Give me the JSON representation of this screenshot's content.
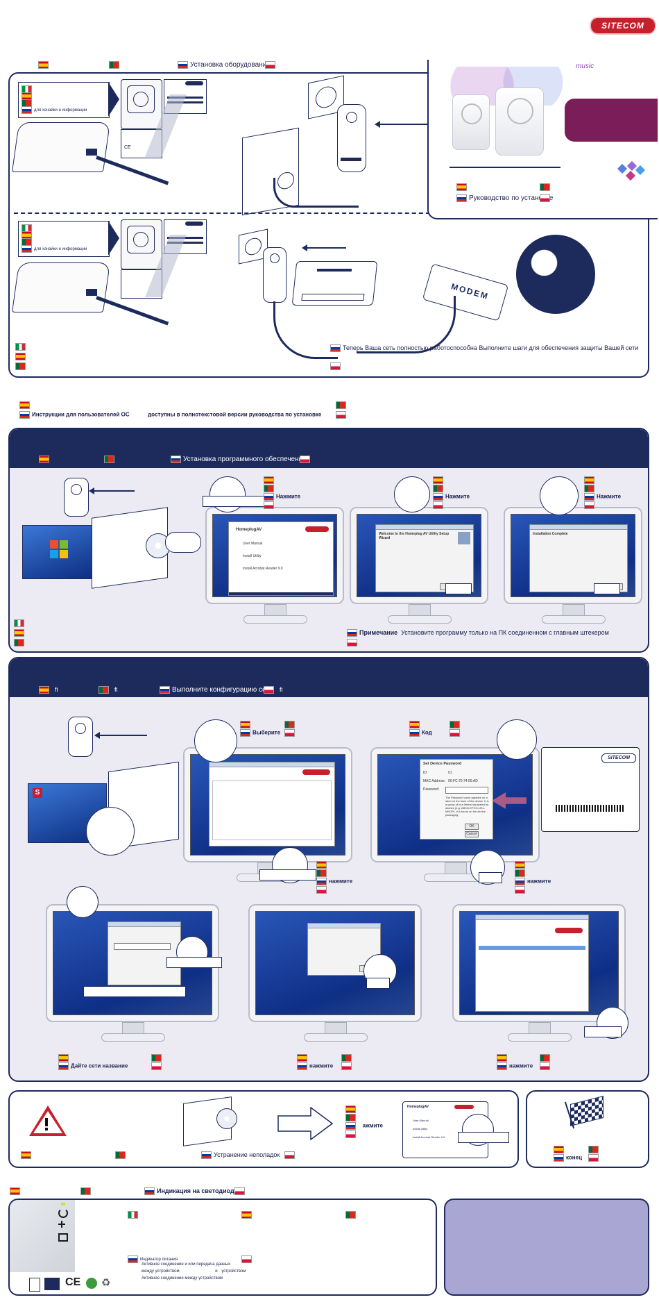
{
  "brand": {
    "logo": "SITECOM"
  },
  "hardware": {
    "heading_ru": "Установка оборудования",
    "info_label": "для хачайки и информации",
    "success_text": "Теперь Ваша сеть полностью работоспособна Выполните шаги для обеспечения защиты Вашей сети",
    "modem_label": "MODEM",
    "device_label": "SITECOM"
  },
  "cover": {
    "guide_ru": "Руководство по установке",
    "music_label": "music"
  },
  "os_note": {
    "line1": "Инструкции для пользователей ОС",
    "line2": "доступны в полнотекстовой версии руководства по установке"
  },
  "software": {
    "heading_ru": "Установка программного обеспечения",
    "step1": "Нажмите",
    "step2": "Нажмите",
    "step3": "Нажмите",
    "note_bold": "Примечание",
    "note_text": "Установите программу только на ПК соединенном с главным штекером",
    "menu_title": "HomeplugAV",
    "menu_items": [
      "User Manual",
      "Install Utility",
      "Install Acrobat Reader 9.0"
    ],
    "wizard_title": "Welcome to the Homeplug AV Utility Setup Wizard",
    "complete_title": "Installation Complete"
  },
  "config": {
    "heading_ru": "Выполните конфигурацию сети",
    "fi_mark": "fi",
    "select_label": "Выберите",
    "code_label": "Код",
    "press_label": "нажмите",
    "name_label": "Дайте сети название",
    "pwd_title": "Set Device Password",
    "pwd_id_label": "ID:",
    "pwd_id_value": "01",
    "pwd_mac_label": "MAC Address:",
    "pwd_mac_value": "00:FC:70:74:00:AD",
    "pwd_field_label": "Password:",
    "pwd_help": "The Password value appears on a label on the back of the device. It is a group of four letters separated by dashes (e.g. ABCD-EFGH-IJKL-MNOP). It is found on the device packaging.",
    "pwd_ok": "OK",
    "pwd_cancel": "Cancel"
  },
  "trouble": {
    "heading_ru": "Устранение неполадок",
    "press_label": "ажмите",
    "menu_title": "HomeplugAV"
  },
  "finish": {
    "end_label": "конец"
  },
  "leds": {
    "heading_ru": "Индикация на светодиодах",
    "items": [
      "Индикатор питания",
      "Активное соединение и или передача данных",
      "между устройством",
      "и",
      "устройством",
      "Активное соединение между устройством"
    ]
  }
}
